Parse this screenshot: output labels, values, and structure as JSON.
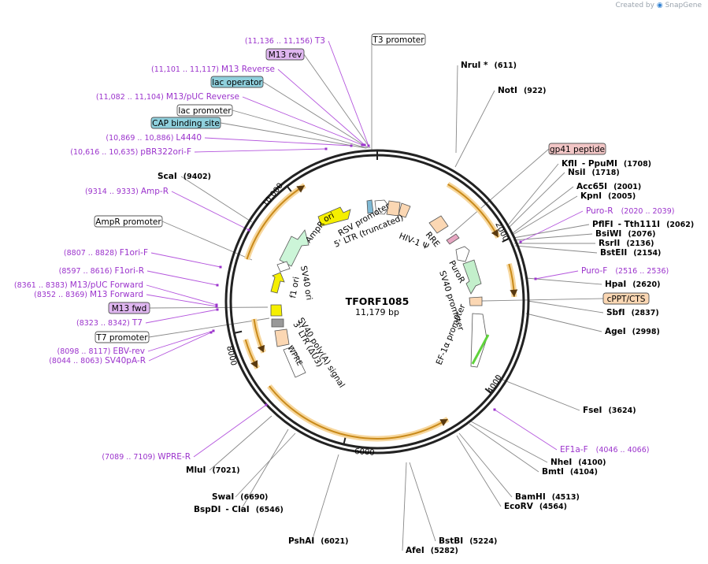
{
  "credit": {
    "prefix": "Created by",
    "brand": "SnapGene"
  },
  "plasmid": {
    "name": "TFORF1085",
    "length": "11,179 bp"
  },
  "ticks": [
    "2000",
    "4000",
    "6000",
    "8000",
    "10,000"
  ],
  "enzymes": [
    {
      "name": "NruI *",
      "pos": "(611)"
    },
    {
      "name": "NotI",
      "pos": "(922)"
    },
    {
      "name": "KflI",
      "extra": "- PpuMI",
      "pos": "(1708)"
    },
    {
      "name": "NsiI",
      "pos": "(1718)"
    },
    {
      "name": "Acc65I",
      "pos": "(2001)"
    },
    {
      "name": "KpnI",
      "pos": "(2005)"
    },
    {
      "name": "PflFI",
      "extra": "- Tth111I",
      "pos": "(2062)"
    },
    {
      "name": "BsiWI",
      "pos": "(2076)"
    },
    {
      "name": "RsrII",
      "pos": "(2136)"
    },
    {
      "name": "BstEII",
      "pos": "(2154)"
    },
    {
      "name": "HpaI",
      "pos": "(2620)"
    },
    {
      "name": "SbfI",
      "pos": "(2837)"
    },
    {
      "name": "AgeI",
      "pos": "(2998)"
    },
    {
      "name": "FseI",
      "pos": "(3624)"
    },
    {
      "name": "NheI",
      "pos": "(4100)"
    },
    {
      "name": "BmtI",
      "pos": "(4104)"
    },
    {
      "name": "BamHI",
      "pos": "(4513)"
    },
    {
      "name": "EcoRV",
      "pos": "(4564)"
    },
    {
      "name": "BstBI",
      "pos": "(5224)"
    },
    {
      "name": "AfeI",
      "pos": "(5282)"
    },
    {
      "name": "PshAI",
      "pos": "(6021)"
    },
    {
      "name": "BspDI",
      "extra": "- ClaI",
      "pos": "(6546)"
    },
    {
      "name": "SwaI",
      "pos": "(6690)"
    },
    {
      "name": "MluI",
      "pos": "(7021)"
    },
    {
      "name": "ScaI",
      "pos": "(9402)"
    }
  ],
  "primers": [
    {
      "name": "T3",
      "range": "(11,136 .. 11,156)"
    },
    {
      "name": "M13 Reverse",
      "range": "(11,101 .. 11,117)"
    },
    {
      "name": "M13/pUC Reverse",
      "range": "(11,082 .. 11,104)"
    },
    {
      "name": "L4440",
      "range": "(10,869 .. 10,886)"
    },
    {
      "name": "pBR322ori-F",
      "range": "(10,616 .. 10,635)"
    },
    {
      "name": "Amp-R",
      "range": "(9314 .. 9333)"
    },
    {
      "name": "F1ori-F",
      "range": "(8807 .. 8828)"
    },
    {
      "name": "F1ori-R",
      "range": "(8597 .. 8616)"
    },
    {
      "name": "M13/pUC Forward",
      "range": "(8361 .. 8383)"
    },
    {
      "name": "M13 Forward",
      "range": "(8352 .. 8369)"
    },
    {
      "name": "T7",
      "range": "(8323 .. 8342)"
    },
    {
      "name": "EBV-rev",
      "range": "(8098 .. 8117)"
    },
    {
      "name": "SV40pA-R",
      "range": "(8044 .. 8063)"
    },
    {
      "name": "WPRE-R",
      "range": "(7089 .. 7109)"
    },
    {
      "name": "Puro-R",
      "range": "(2020 .. 2039)"
    },
    {
      "name": "Puro-F",
      "range": "(2516 .. 2536)"
    },
    {
      "name": "EF1a-F",
      "range": "(4046 .. 4066)"
    }
  ],
  "boxes": [
    {
      "label": "T3 promoter",
      "fill": "#ffffff"
    },
    {
      "label": "M13 rev",
      "fill": "#dfb6f0"
    },
    {
      "label": "lac operator",
      "fill": "#8fd0dd"
    },
    {
      "label": "lac promoter",
      "fill": "#ffffff"
    },
    {
      "label": "CAP binding site",
      "fill": "#8fd0dd"
    },
    {
      "label": "gp41 peptide",
      "fill": "#f2c6c6"
    },
    {
      "label": "AmpR promoter",
      "fill": "#ffffff"
    },
    {
      "label": "M13 fwd",
      "fill": "#dfb6f0"
    },
    {
      "label": "T7 promoter",
      "fill": "#ffffff"
    },
    {
      "label": "cPPT/CTS",
      "fill": "#fbd7b3"
    }
  ],
  "features": {
    "ori": "ori",
    "ampr": "AmpR",
    "f1ori": "f1 ori",
    "sv40ori": "SV40 ori",
    "rsv": "RSV promoter",
    "ltr5": "5' LTR (truncated)",
    "hiv": "HIV-1 Ψ",
    "rre": "RRE",
    "puror": "PuroR",
    "sv40p": "SV40 promoter",
    "ef1a": "EF-1α promoter",
    "wpre": "WPRE",
    "ltr3": "3' LTR (ΔU3)",
    "sv40pa": "SV40 poly(A) signal"
  }
}
